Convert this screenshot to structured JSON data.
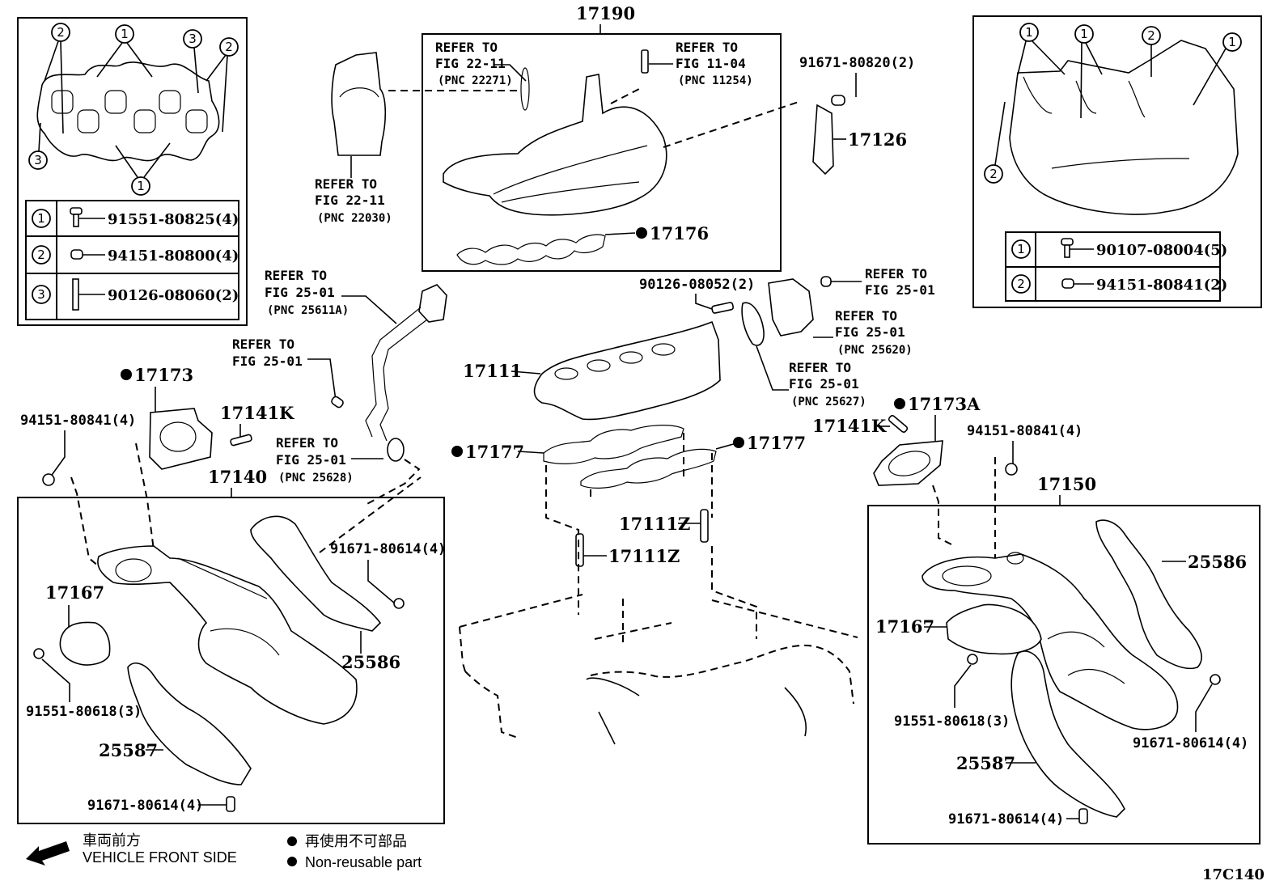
{
  "figure_code": "17C140",
  "legend": {
    "direction_jp": "車両前方",
    "direction_en": "VEHICLE FRONT SIDE",
    "nonreusable_jp": "再使用不可部品",
    "nonreusable_en": "Non-reusable part",
    "arrow_icon": "front-direction-arrow"
  },
  "inset_left": {
    "callouts": [
      "1",
      "2",
      "3"
    ],
    "table": [
      {
        "key": "1",
        "icon": "flange-bolt-icon",
        "part": "91551-80825(4)"
      },
      {
        "key": "2",
        "icon": "nut-icon",
        "part": "94151-80800(4)"
      },
      {
        "key": "3",
        "icon": "stud-bolt-icon",
        "part": "90126-08060(2)"
      }
    ]
  },
  "inset_right": {
    "callouts": [
      "1",
      "2"
    ],
    "table": [
      {
        "key": "1",
        "icon": "flange-bolt-icon",
        "part": "90107-08004(5)"
      },
      {
        "key": "2",
        "icon": "nut-icon",
        "part": "94151-80841(2)"
      }
    ]
  },
  "intake": {
    "assembly": "17190",
    "gasket": "17176",
    "ref_oring": {
      "line1": "REFER TO",
      "line2": "FIG 22-11",
      "pnc": "(PNC 22271)"
    },
    "ref_sensor": {
      "line1": "REFER TO",
      "line2": "FIG 11-04",
      "pnc": "(PNC 11254)"
    },
    "ref_throttle": {
      "line1": "REFER TO",
      "line2": "FIG 22-11",
      "pnc": "(PNC 22030)"
    },
    "bracket_bolt": "91671-80820(2)",
    "bracket": "17126"
  },
  "center": {
    "stud": "90126-08052(2)",
    "ref_a": {
      "line1": "REFER TO",
      "line2": "FIG 25-01"
    },
    "ref_b": {
      "line1": "REFER TO",
      "line2": "FIG 25-01",
      "pnc": "(PNC 25620)"
    },
    "ref_c": {
      "line1": "REFER TO",
      "line2": "FIG 25-01",
      "pnc": "(PNC 25627)"
    },
    "manifold": "17111",
    "gasket_left": "17177",
    "gasket_right": "17177",
    "stud_left": "17111Z",
    "stud_right": "17111Z"
  },
  "egr": {
    "ref_pipe": {
      "line1": "REFER TO",
      "line2": "FIG 25-01",
      "pnc": "(PNC 25611A)"
    },
    "ref_bolt": {
      "line1": "REFER TO",
      "line2": "FIG 25-01"
    },
    "ref_gasket": {
      "line1": "REFER TO",
      "line2": "FIG 25-01",
      "pnc": "(PNC 25628)"
    }
  },
  "left_exhaust": {
    "assembly": "17140",
    "gasket": "17173",
    "stud": "17141K",
    "nut": "94151-80841(4)",
    "sensor": "17167",
    "sensor_bolt": "91551-80618(3)",
    "upper_insulator": "25586",
    "upper_bolt": "91671-80614(4)",
    "lower_insulator": "25587",
    "lower_bolt": "91671-80614(4)"
  },
  "right_exhaust": {
    "assembly": "17150",
    "gasket": "17173A",
    "stud": "17141K",
    "nut": "94151-80841(4)",
    "sensor": "17167",
    "sensor_bolt": "91551-80618(3)",
    "upper_insulator": "25586",
    "upper_bolt": "91671-80614(4)",
    "lower_insulator": "25587",
    "lower_bolt": "91671-80614(4)"
  }
}
